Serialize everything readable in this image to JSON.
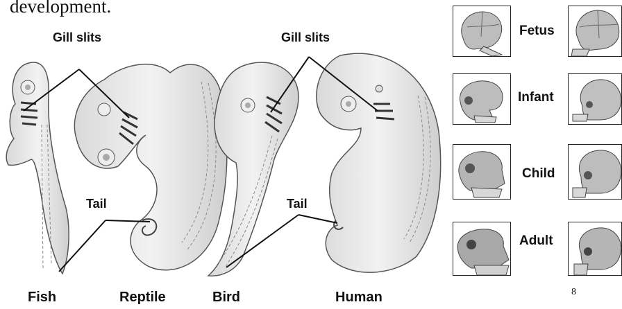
{
  "heading_fragment": "development.",
  "embryo_labels": {
    "gill_left": "Gill slits",
    "gill_right": "Gill slits",
    "tail_left": "Tail",
    "tail_right": "Tail"
  },
  "species": [
    "Fish",
    "Reptile",
    "Bird",
    "Human"
  ],
  "stages": [
    "Fetus",
    "Infant",
    "Child",
    "Adult"
  ],
  "page_number": "8"
}
